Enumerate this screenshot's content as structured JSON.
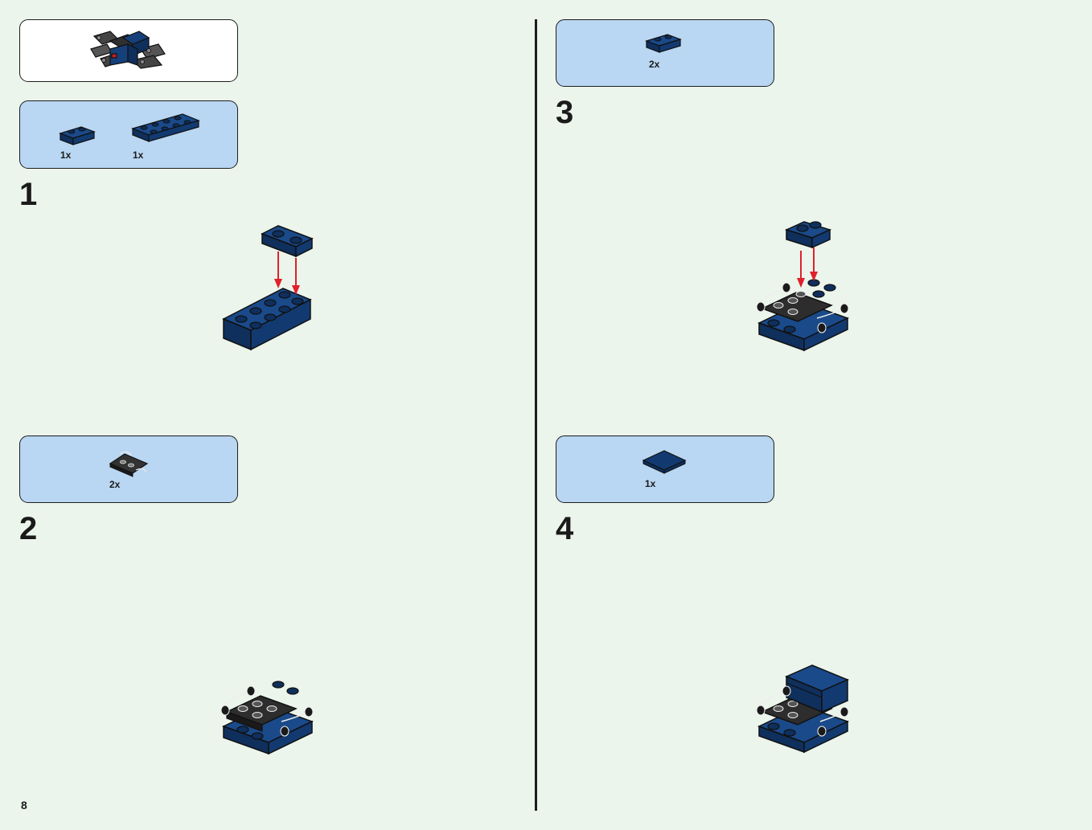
{
  "page": {
    "number": "8"
  },
  "steps": [
    {
      "number": "1",
      "parts": [
        {
          "qty": "1x",
          "icon": "plate-1x2-dark-blue-icon"
        },
        {
          "qty": "1x",
          "icon": "plate-2x4-dark-blue-icon"
        }
      ]
    },
    {
      "number": "2",
      "parts": [
        {
          "qty": "2x",
          "icon": "plate-clip-black-icon"
        }
      ]
    },
    {
      "number": "3",
      "parts": [
        {
          "qty": "2x",
          "icon": "plate-1x2-dark-blue-icon"
        }
      ]
    },
    {
      "number": "4",
      "parts": [
        {
          "qty": "1x",
          "icon": "tile-2x2-dark-blue-icon"
        }
      ]
    }
  ],
  "colors": {
    "part_blue": "#123a70",
    "arrow_red": "#e0202a",
    "callout_blue": "#b9d6f2"
  }
}
